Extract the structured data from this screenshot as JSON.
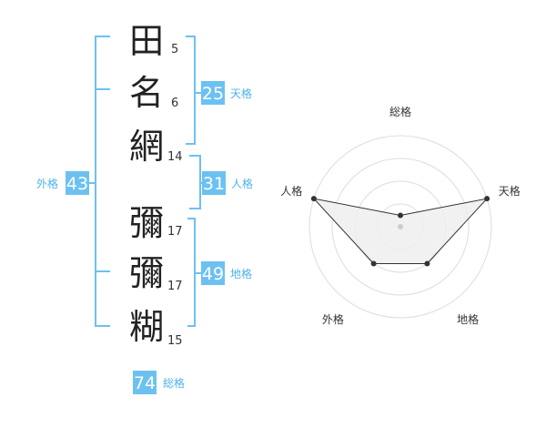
{
  "colors": {
    "accent": "#6cc1f1",
    "label": "#4eb3e8",
    "ring": "#dddddd",
    "polygon_fill": "#eeeeee"
  },
  "characters": [
    {
      "char": "田",
      "strokes": "5"
    },
    {
      "char": "名",
      "strokes": "6"
    },
    {
      "char": "網",
      "strokes": "14"
    },
    {
      "char": "彌",
      "strokes": "17"
    },
    {
      "char": "彌",
      "strokes": "17"
    },
    {
      "char": "糊",
      "strokes": "15"
    }
  ],
  "groups": {
    "tenkaku": {
      "value": "25",
      "label": "天格"
    },
    "jinkaku": {
      "value": "31",
      "label": "人格"
    },
    "chikaku": {
      "value": "49",
      "label": "地格"
    },
    "gaikaku": {
      "value": "43",
      "label": "外格"
    },
    "soukaku": {
      "value": "74",
      "label": "総格"
    }
  },
  "chart_data": {
    "type": "radar",
    "axes": [
      "総格",
      "天格",
      "地格",
      "外格",
      "人格"
    ],
    "levels": 4,
    "range": [
      0,
      4
    ],
    "series": [
      {
        "values": [
          0.5,
          4,
          2,
          2,
          4
        ]
      }
    ]
  }
}
